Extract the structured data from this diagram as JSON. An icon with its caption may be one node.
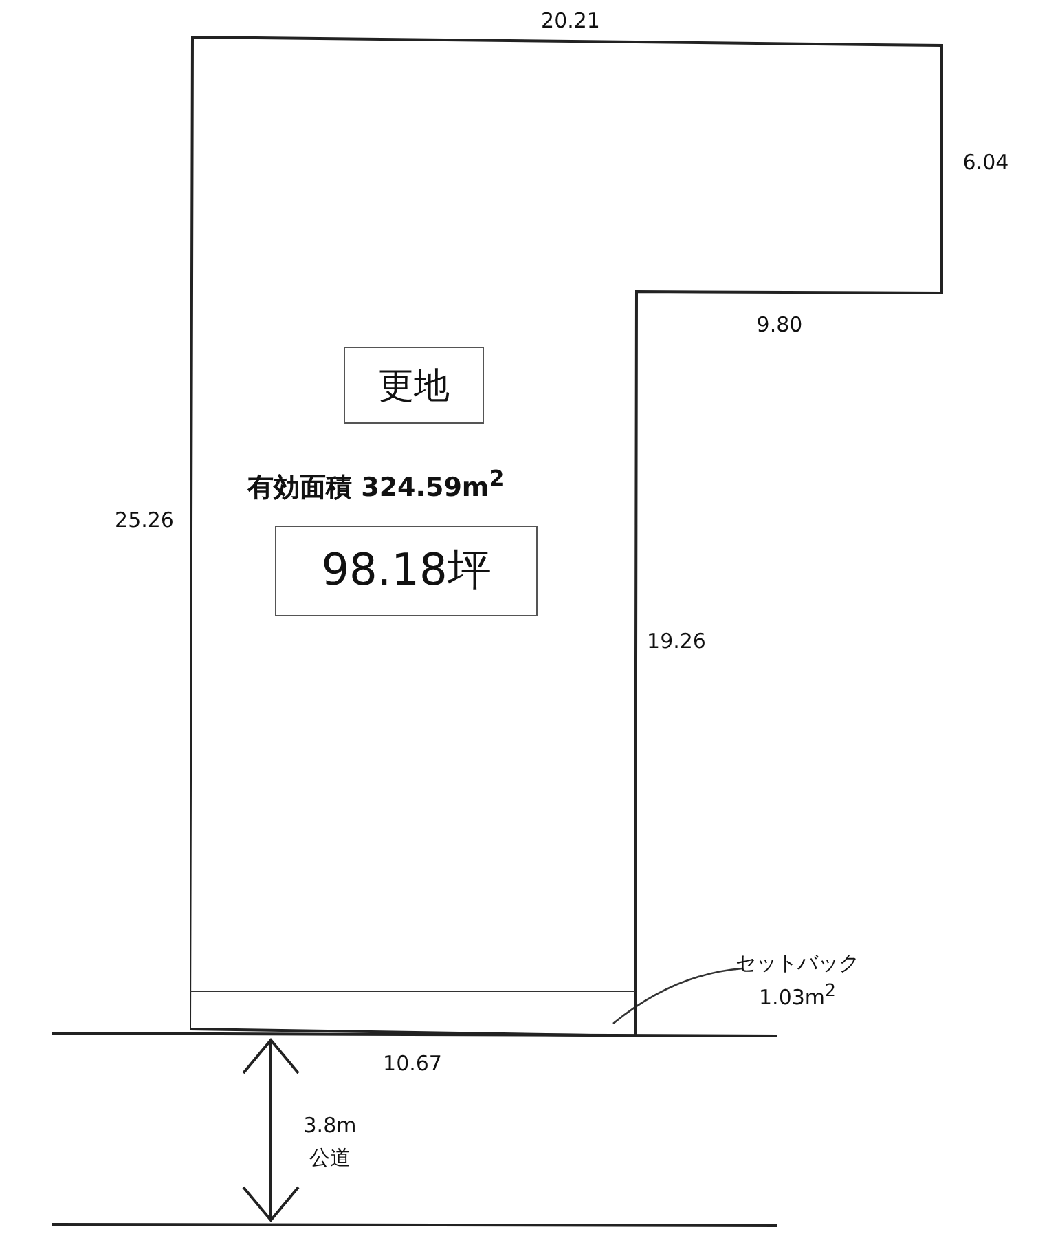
{
  "diagram": {
    "nodes": [
      {
        "text": [
          "有効面積 324.59m$^{2}$"
        ]
      },
      {
        "text": [
          "更地"
        ],
        "in": 0
      },
      {
        "text": [
          "98.18坪"
        ],
        "in": 0
      },
      {
        "text": [],
        "shape": "box",
        "in": 0
      },
      {
        "text": [
          "セットバック 1.03m$^{2}$"
        ]
      }
    ],
    "edges": [
      {
        "from": 4,
        "to": 3,
        "arrow": "none"
      }
    ],
    "labels": [
      "20.21",
      "6.04",
      "9.80",
      "25.26",
      "19.26",
      "10.67",
      "3.8m",
      "公道"
    ]
  }
}
